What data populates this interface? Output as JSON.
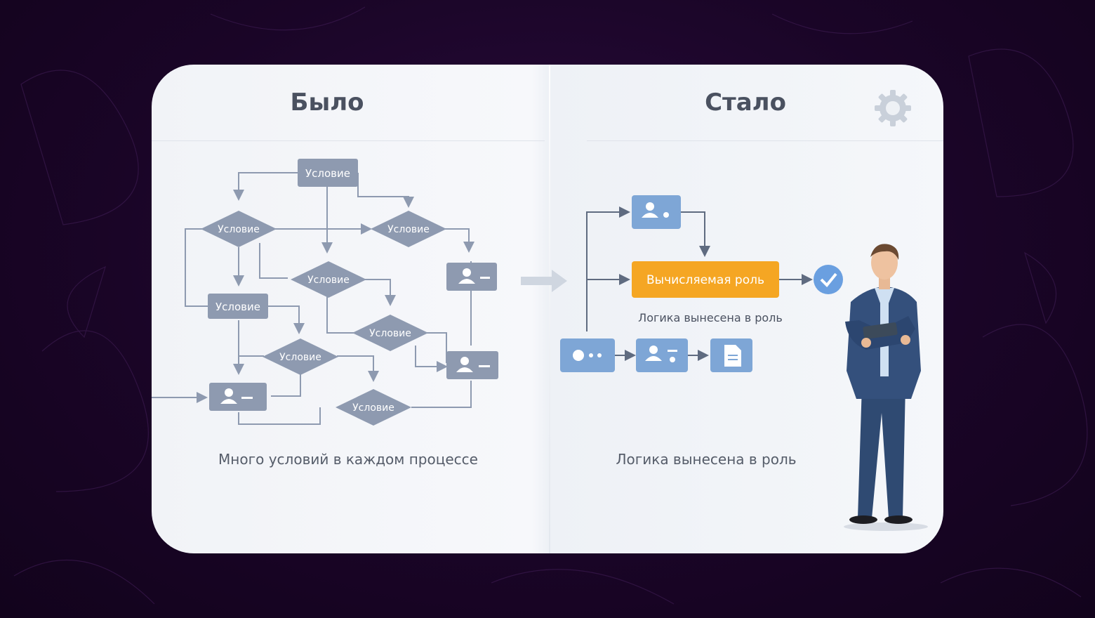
{
  "before": {
    "title": "Было",
    "caption": "Много условий в каждом процессе",
    "condition_label": "Условие"
  },
  "after": {
    "title": "Стало",
    "caption": "Логика вынесена в роль",
    "role_label": "Вычисляемая роль",
    "role_note": "Логика вынесена в роль"
  },
  "colors": {
    "node_before": "#8e9ab0",
    "node_after": "#7ea6d6",
    "role_orange": "#f5a623",
    "check_blue": "#6a9fe0"
  }
}
